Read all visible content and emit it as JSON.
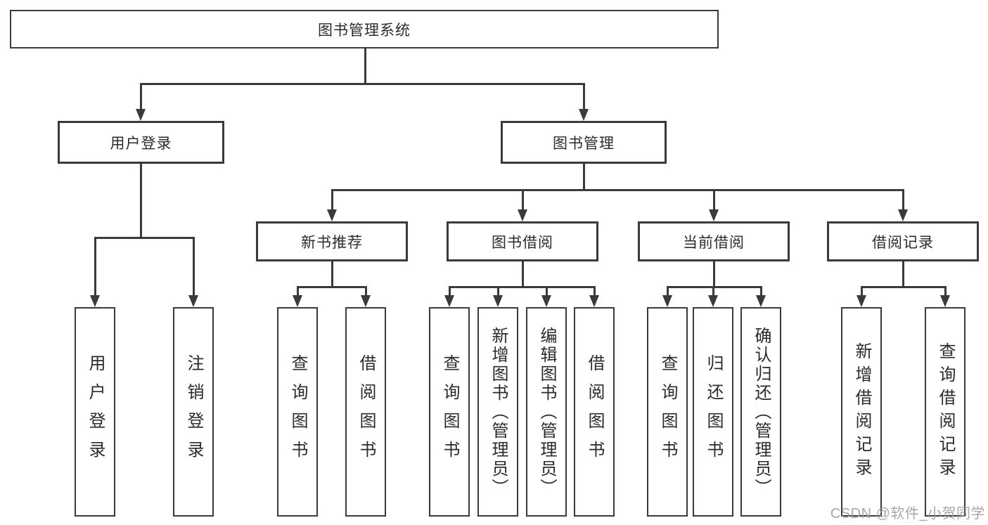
{
  "colors": {
    "line": "#3a3a3a",
    "text": "#2b2b2b",
    "watermark": "#9e9e9e",
    "background": "#ffffff"
  },
  "watermark": {
    "text": "CSDN @软件_小贺同学"
  },
  "diagram": {
    "type": "hierarchy-tree",
    "root": {
      "label": "图书管理系统"
    },
    "branches": [
      {
        "label": "用户登录",
        "children": [
          {
            "label": "用户登录"
          },
          {
            "label": "注销登录"
          }
        ]
      },
      {
        "label": "图书管理",
        "groups": [
          {
            "label": "新书推荐",
            "children": [
              {
                "label": "查询图书"
              },
              {
                "label": "借阅图书"
              }
            ]
          },
          {
            "label": "图书借阅",
            "children": [
              {
                "label": "查询图书"
              },
              {
                "label": "新增图书（管理员）"
              },
              {
                "label": "编辑图书（管理员）"
              },
              {
                "label": "借阅图书"
              }
            ]
          },
          {
            "label": "当前借阅",
            "children": [
              {
                "label": "查询图书"
              },
              {
                "label": "归还图书"
              },
              {
                "label": "确认归还（管理员）"
              }
            ]
          },
          {
            "label": "借阅记录",
            "children": [
              {
                "label": "新增借阅记录"
              },
              {
                "label": "查询借阅记录"
              }
            ]
          }
        ]
      }
    ]
  }
}
